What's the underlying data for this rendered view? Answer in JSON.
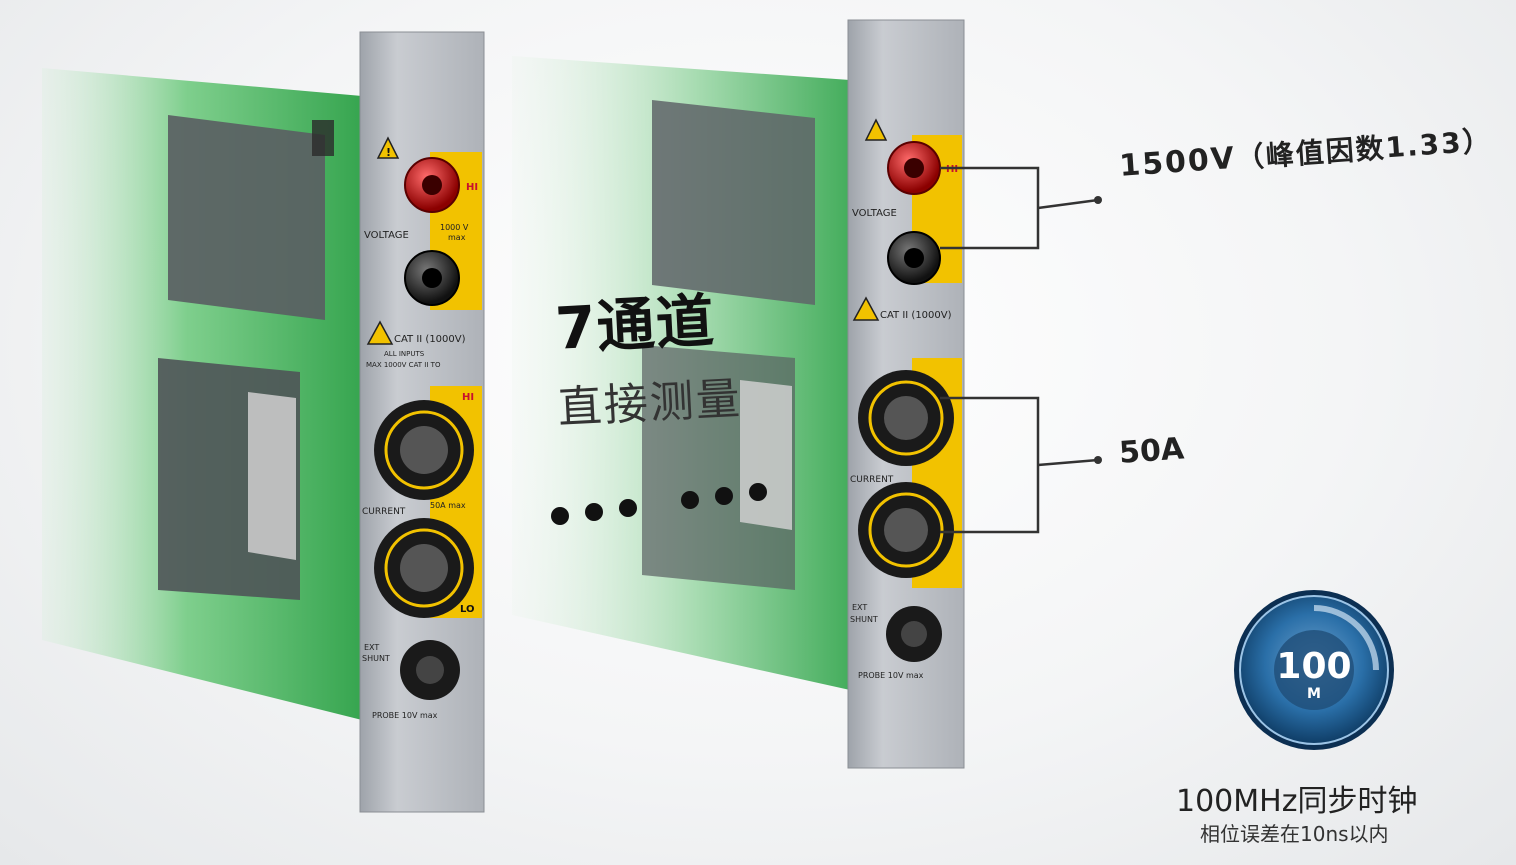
{
  "headline": {
    "title": "7通道",
    "subtitle": "直接测量"
  },
  "specs": {
    "voltage_label": "1500V",
    "voltage_note": "（峰值因数1.33）",
    "current_label": "50A"
  },
  "panel": {
    "warning_symbol": "warning-triangle-icon",
    "voltage_text": "VOLTAGE",
    "volt_max_text": "1000 V",
    "max_text": "max",
    "hi_text": "HI",
    "lo_text": "LO",
    "cat_text": "CAT II (1000V)",
    "inputs_line1": "ALL INPUTS",
    "inputs_line2": "MAX 1000V CAT II TO",
    "current_text": "CURRENT",
    "amp_max_text": "50A max",
    "ext_text": "EXT",
    "shunt_text": "SHUNT",
    "probe_text": "PROBE 10V max"
  },
  "clock": {
    "badge_value": "100",
    "badge_unit": "M",
    "title": "100MHz同步时钟",
    "subtitle": "相位误差在10ns以内"
  },
  "colors": {
    "pcb_green": "#3fae5a",
    "panel_gray": "#b8bcc2",
    "yellow": "#f2c200",
    "red_jack": "#c8102e",
    "badge_blue": "#2a6fa8"
  }
}
